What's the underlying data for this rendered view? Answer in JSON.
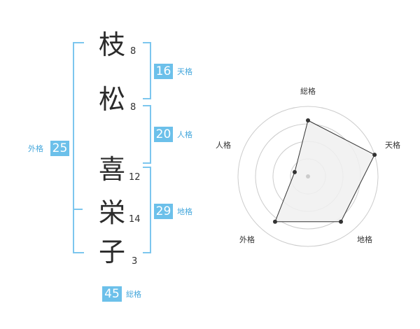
{
  "name": {
    "chars": [
      "枝",
      "松",
      "喜",
      "栄",
      "子"
    ],
    "strokes": [
      "8",
      "8",
      "12",
      "14",
      "3"
    ]
  },
  "fortune": {
    "tenkaku": {
      "value": "16",
      "label": "天格"
    },
    "jinkaku": {
      "value": "20",
      "label": "人格"
    },
    "chikaku": {
      "value": "29",
      "label": "地格"
    },
    "gaikaku": {
      "value": "25",
      "label": "外格"
    },
    "soukaku": {
      "value": "45",
      "label": "総格"
    }
  },
  "chart_data": {
    "type": "radar",
    "axes": [
      "総格",
      "天格",
      "地格",
      "外格",
      "人格"
    ],
    "values": [
      4,
      5,
      4,
      4,
      1
    ],
    "max": 5,
    "rings": 4,
    "colors": {
      "fill": "#f0f0f0",
      "line": "#333333",
      "grid": "#cccccc",
      "accent": "#6cc0ea"
    }
  }
}
